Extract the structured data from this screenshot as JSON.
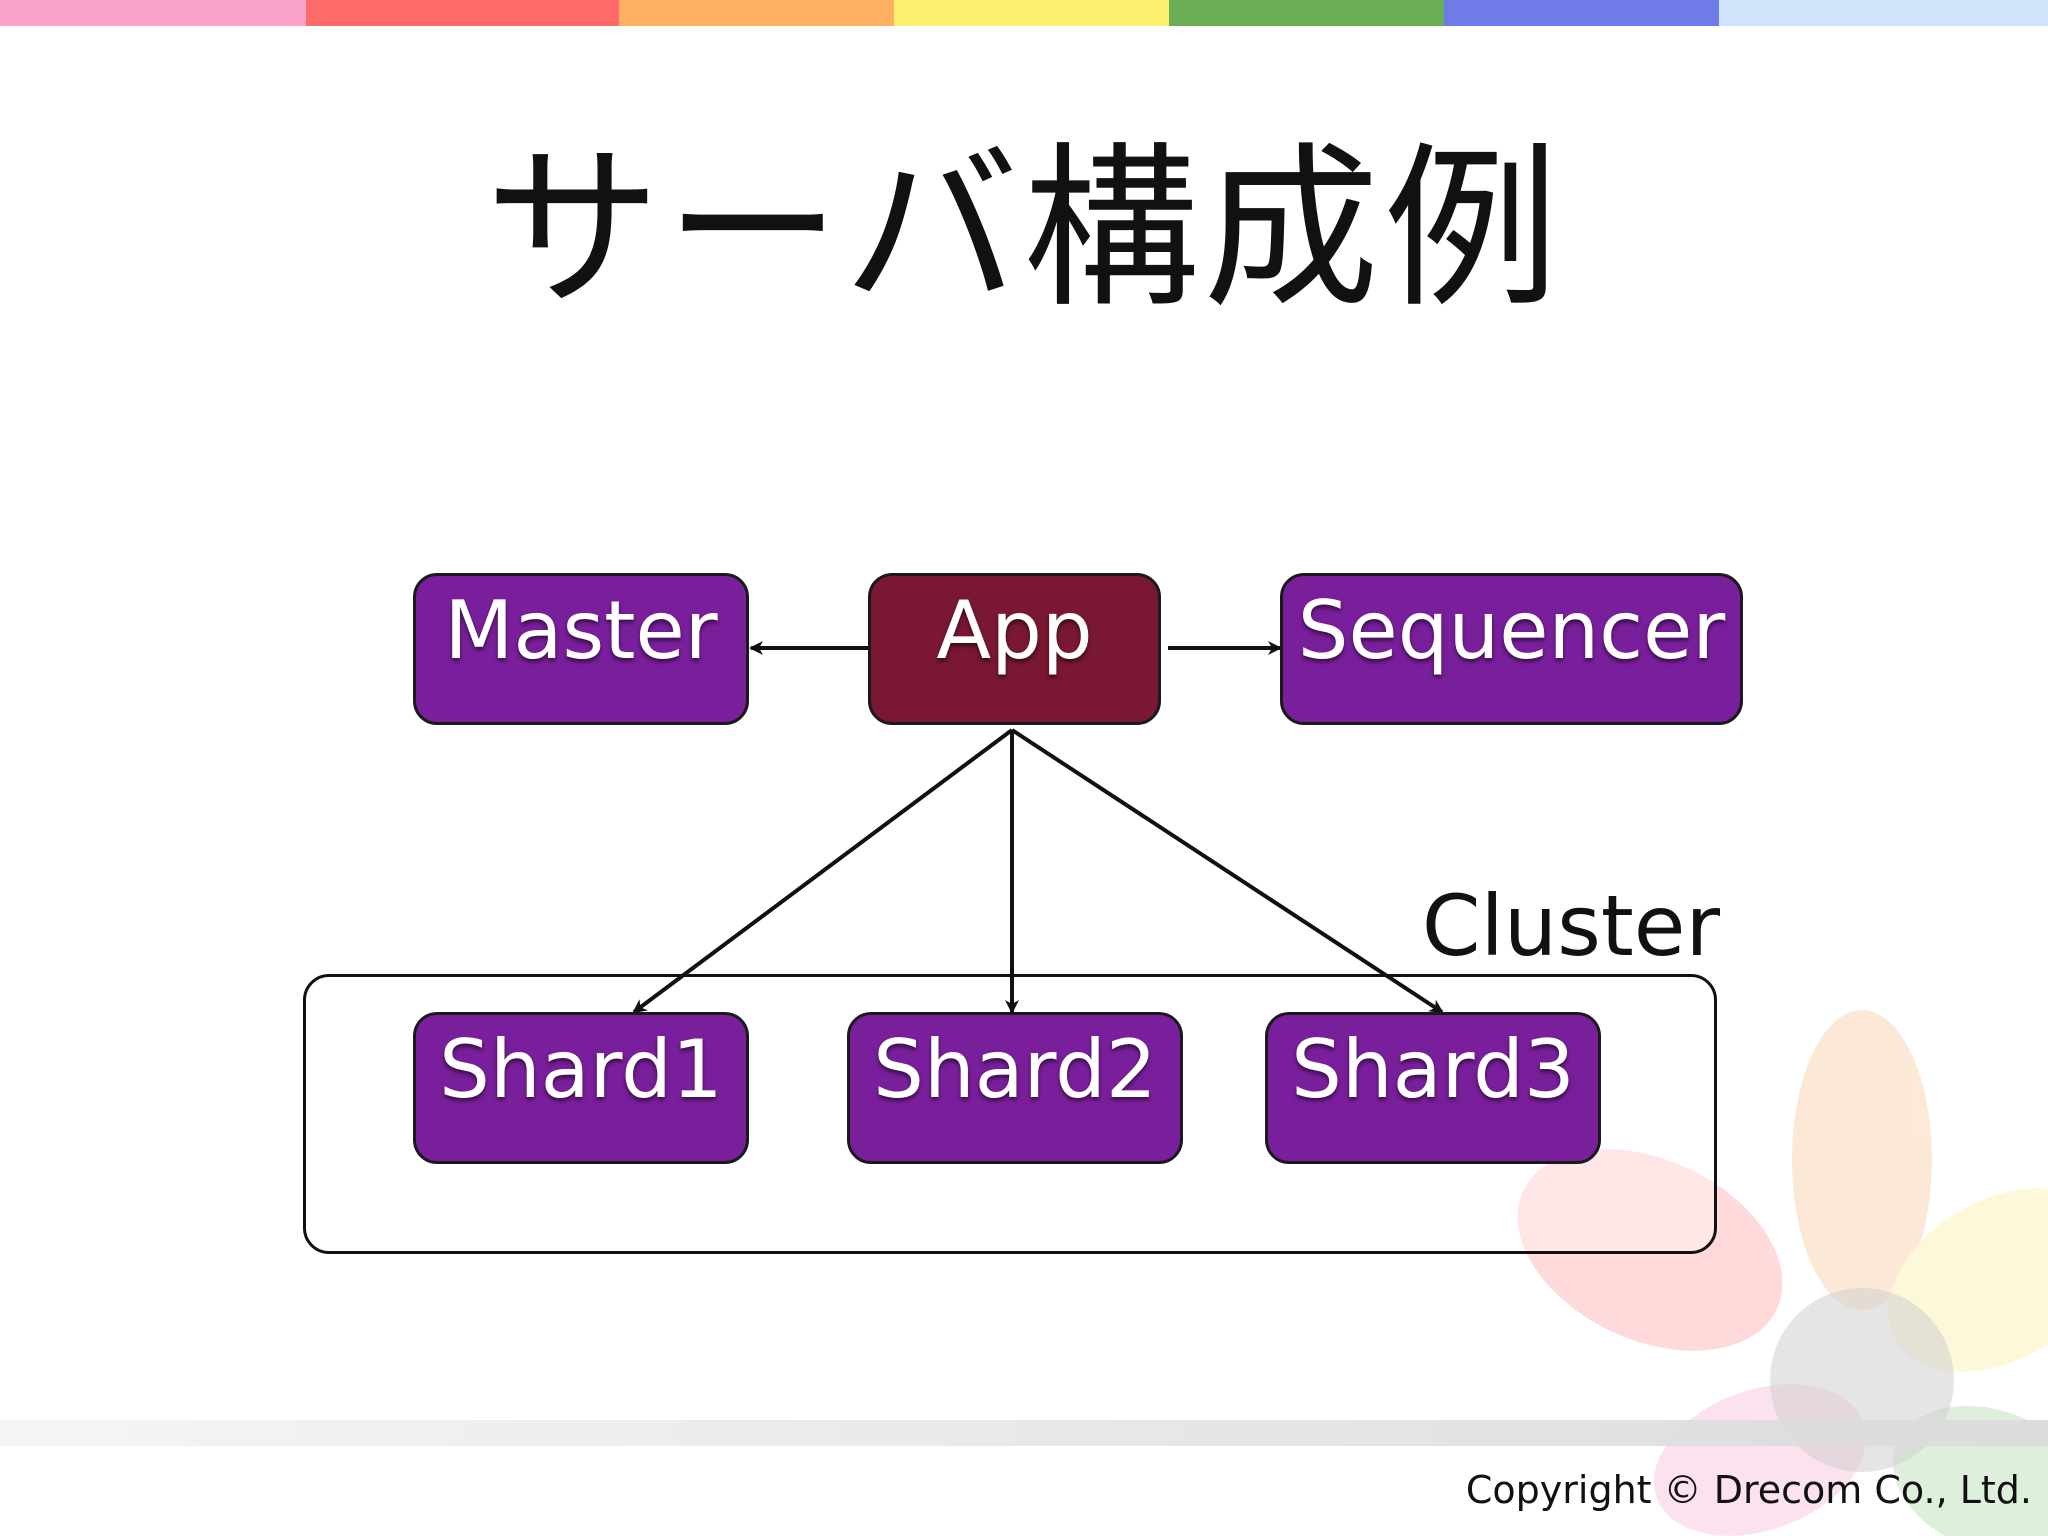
{
  "colors": {
    "rainbow": [
      "#f9a3cb",
      "#ff6b6b",
      "#ffb062",
      "#fbf06e",
      "#6aaf55",
      "#6f7ce8",
      "#cfe3fb"
    ],
    "node_purple": "#7a1f9c",
    "node_app": "#7a1833",
    "node_border": "#1a1a1a",
    "edge": "#111111"
  },
  "slide": {
    "title": "サーバ構成例",
    "copyright": "Copyright © Drecom Co., Ltd."
  },
  "diagram": {
    "nodes": {
      "master": "Master",
      "app": "App",
      "sequencer": "Sequencer",
      "shard1": "Shard1",
      "shard2": "Shard2",
      "shard3": "Shard3"
    },
    "cluster_label": "Cluster",
    "edges": [
      {
        "from": "App",
        "to": "Master"
      },
      {
        "from": "App",
        "to": "Sequencer"
      },
      {
        "from": "App",
        "to": "Shard1"
      },
      {
        "from": "App",
        "to": "Shard2"
      },
      {
        "from": "App",
        "to": "Shard3"
      }
    ]
  }
}
